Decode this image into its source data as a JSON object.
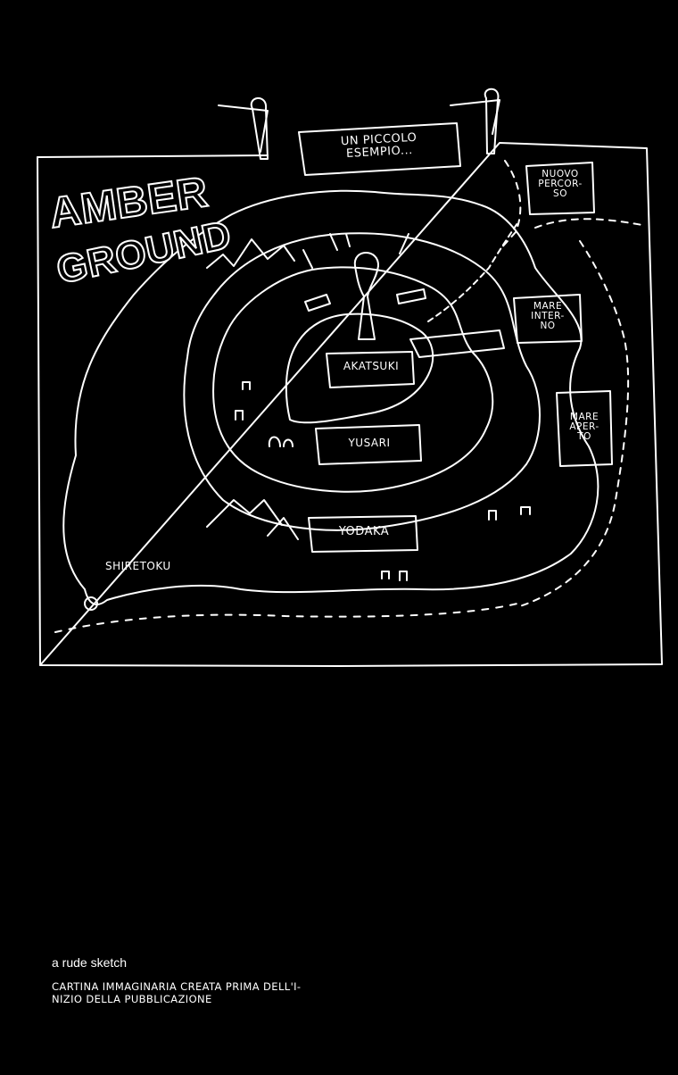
{
  "map": {
    "title_line1": "AMBER",
    "title_line2": "GROUND",
    "banner": {
      "line1": "UN PICCOLO",
      "line2": "ESEMPIO..."
    },
    "regions": {
      "akatsuki": "AKATSUKI",
      "yusari": "YUSARI",
      "yodaka": "YODAKA",
      "shiretoku": "SHIRETOKU"
    },
    "labels": {
      "nuovo_percorso": [
        "NUOVO",
        "PERCOR-",
        "SO"
      ],
      "mare_interno": [
        "MARE",
        "INTER-",
        "NO"
      ],
      "mare_aperto": [
        "MARE",
        "APER-",
        "TO"
      ]
    },
    "colors": {
      "background": "#000000",
      "ink": "#ffffff"
    }
  },
  "caption": {
    "title": "a rude sketch",
    "line1": "CARTINA IMMAGINARIA CREATA PRIMA DELL'I-",
    "line2": "NIZIO DELLA PUBBLICAZIONE"
  }
}
